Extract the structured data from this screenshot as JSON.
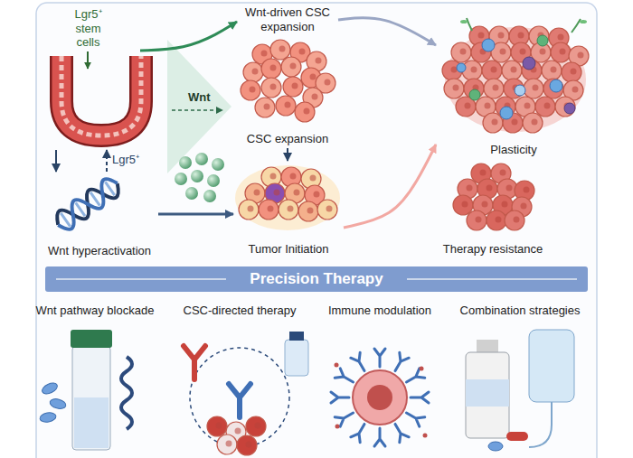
{
  "diagram": {
    "nodes": [
      {
        "text": [
          "Lgr5⁺ stem cells"
        ]
      },
      {
        "text": [
          "Wnt hyperactivation"
        ]
      },
      {
        "text": [
          "Wnt-driven CSC expansion",
          "CSC expansion"
        ]
      },
      {
        "text": [
          "Tumor Initiation"
        ]
      },
      {
        "text": [
          "Plasticity"
        ]
      },
      {
        "text": [
          "Therapy resistance"
        ]
      },
      {
        "text": [
          "Precision Therapy"
        ]
      },
      {
        "text": [
          "Wnt pathway blockade"
        ]
      },
      {
        "text": [
          "CSC-directed therapy"
        ]
      },
      {
        "text": [
          "Immune modulation"
        ]
      },
      {
        "text": [
          "Combination strategies"
        ]
      }
    ],
    "edges": [
      {
        "from": 0,
        "to": 1,
        "arrow": "to"
      },
      {
        "from": 1,
        "to": 0,
        "label": "Lgr5⁺",
        "arrow": "to"
      },
      {
        "from": 0,
        "to": 2,
        "arrow": "to"
      },
      {
        "from": 2,
        "to": 4,
        "arrow": "to"
      },
      {
        "from": 2,
        "to": 3,
        "arrow": "to"
      },
      {
        "from": 1,
        "to": 3,
        "arrow": "to"
      },
      {
        "from": 3,
        "to": 4,
        "arrow": "to"
      }
    ],
    "labels": [
      "Wnt"
    ]
  }
}
